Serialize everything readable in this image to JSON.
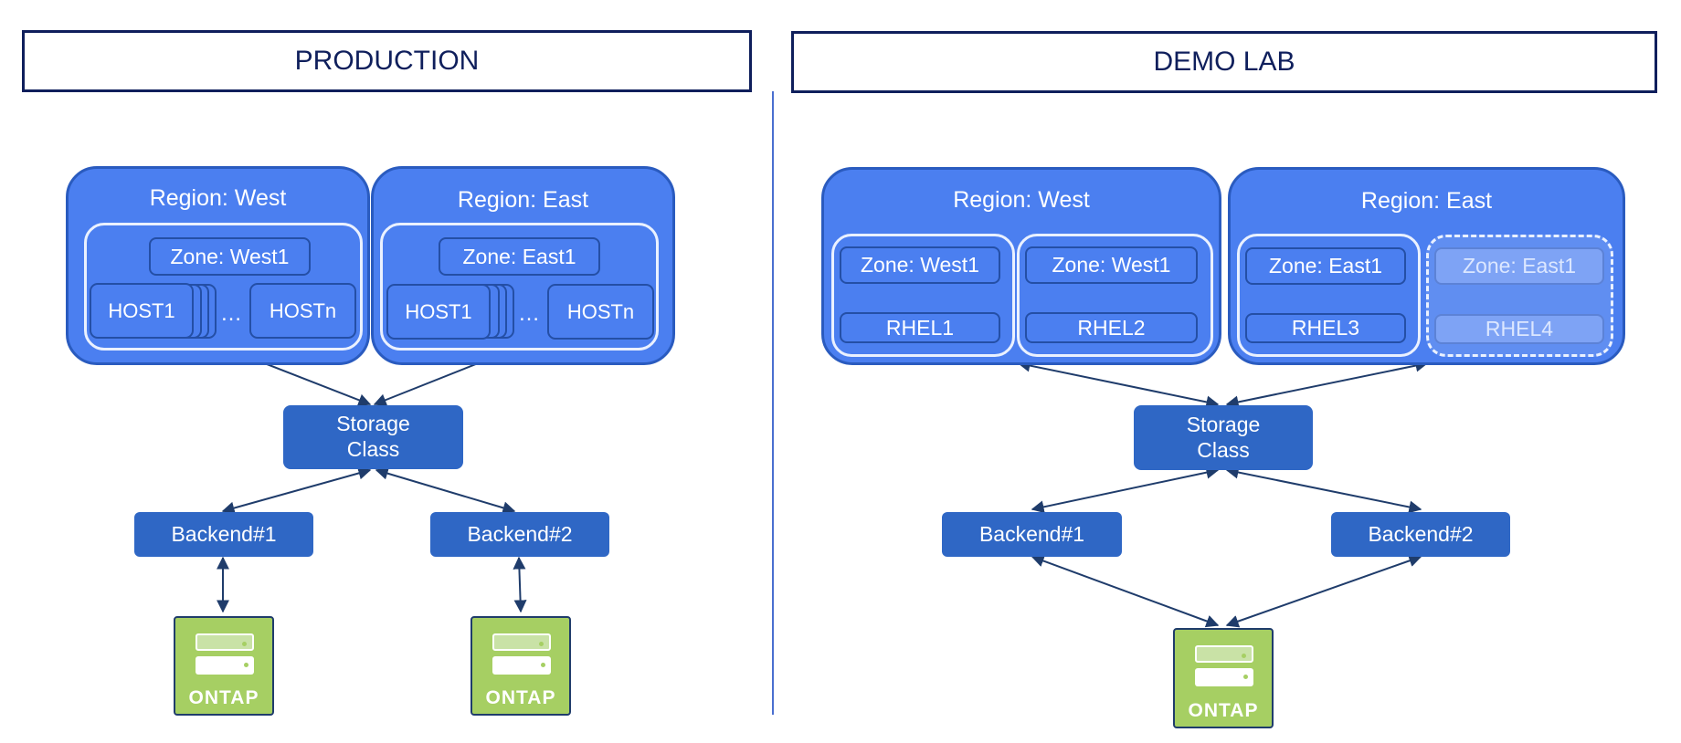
{
  "production": {
    "header": "PRODUCTION",
    "region_west": {
      "title": "Region: West",
      "zone": "Zone: West1",
      "host_first": "HOST1",
      "ellipsis": "…",
      "host_last": "HOSTn"
    },
    "region_east": {
      "title": "Region: East",
      "zone": "Zone: East1",
      "host_first": "HOST1",
      "ellipsis": "…",
      "host_last": "HOSTn"
    },
    "storage_class": {
      "line1": "Storage",
      "line2": "Class"
    },
    "backend1": "Backend#1",
    "backend2": "Backend#2",
    "ontap1": "ONTAP",
    "ontap2": "ONTAP"
  },
  "demo_lab": {
    "header": "DEMO LAB",
    "region_west": {
      "title": "Region: West",
      "groups": [
        {
          "zone": "Zone: West1",
          "host": "RHEL1"
        },
        {
          "zone": "Zone: West1",
          "host": "RHEL2"
        }
      ]
    },
    "region_east": {
      "title": "Region: East",
      "groups": [
        {
          "zone": "Zone: East1",
          "host": "RHEL3"
        },
        {
          "zone": "Zone: East1",
          "host": "RHEL4",
          "faded": true
        }
      ]
    },
    "storage_class": {
      "line1": "Storage",
      "line2": "Class"
    },
    "backend1": "Backend#1",
    "backend2": "Backend#2",
    "ontap": "ONTAP"
  },
  "colors": {
    "region_fill": "#4b7ff0",
    "node_fill": "#2f67c5",
    "ontap_fill": "#a6cf63",
    "header_border": "#0f1f5c",
    "arrow": "#1f3c6b"
  }
}
